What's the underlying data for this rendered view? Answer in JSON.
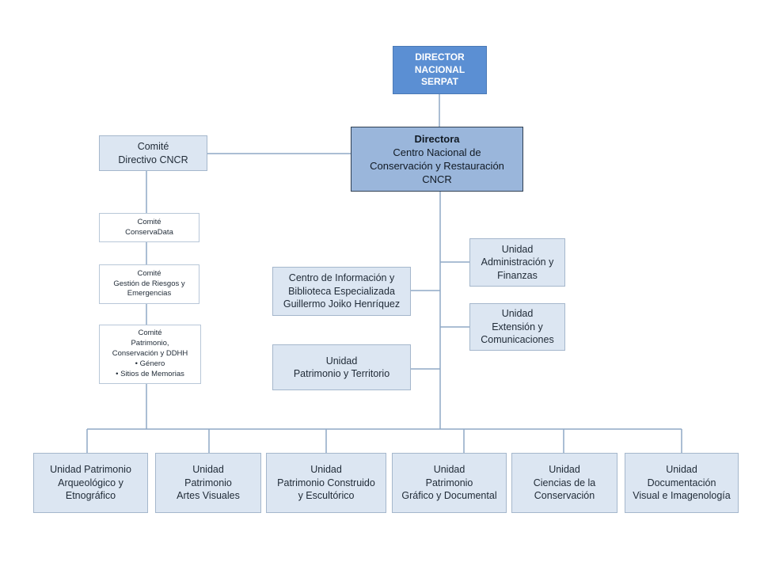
{
  "director": {
    "line1": "DIRECTOR",
    "line2": "NACIONAL",
    "line3": "SERPAT"
  },
  "directora": {
    "title": "Directora",
    "line1": "Centro Nacional de",
    "line2": "Conservación y Restauración",
    "line3": "CNCR"
  },
  "comite_directivo": {
    "line1": "Comité",
    "line2": "Directivo CNCR"
  },
  "comite_conservadata": {
    "line1": "Comité",
    "line2": "ConservaData"
  },
  "comite_riesgos": {
    "line1": "Comité",
    "line2": "Gestión de Riesgos y",
    "line3": "Emergencias"
  },
  "comite_patrimonio": {
    "line1": "Comité",
    "line2": "Patrimonio,",
    "line3": "Conservación y DDHH",
    "bullets": [
      "Género",
      "Sitios de Memorias"
    ]
  },
  "centro_info": {
    "line1": "Centro de Información y",
    "line2": "Biblioteca Especializada",
    "line3": "Guillermo Joiko Henríquez"
  },
  "unidad_admin": {
    "line1": "Unidad",
    "line2": "Administración y",
    "line3": "Finanzas"
  },
  "unidad_extension": {
    "line1": "Unidad",
    "line2": "Extensión y",
    "line3": "Comunicaciones"
  },
  "unidad_territorio": {
    "line1": "Unidad",
    "line2": "Patrimonio y Territorio"
  },
  "bottom_units": [
    {
      "line1": "Unidad Patrimonio",
      "line2": "Arqueológico y",
      "line3": "Etnográfico"
    },
    {
      "line1": "Unidad",
      "line2": "Patrimonio",
      "line3": "Artes Visuales"
    },
    {
      "line1": "Unidad",
      "line2": "Patrimonio Construido",
      "line3": "y Escultórico"
    },
    {
      "line1": "Unidad",
      "line2": "Patrimonio",
      "line3": "Gráfico y Documental"
    },
    {
      "line1": "Unidad",
      "line2": "Ciencias de la",
      "line3": "Conservación"
    },
    {
      "line1": "Unidad",
      "line2": "Documentación",
      "line3": "Visual e Imagenología"
    }
  ],
  "colors": {
    "top_box": "#5b8fd3",
    "main_box": "#9ab6db",
    "unit_box": "#dce6f2",
    "connector": "#8fa9c6"
  }
}
